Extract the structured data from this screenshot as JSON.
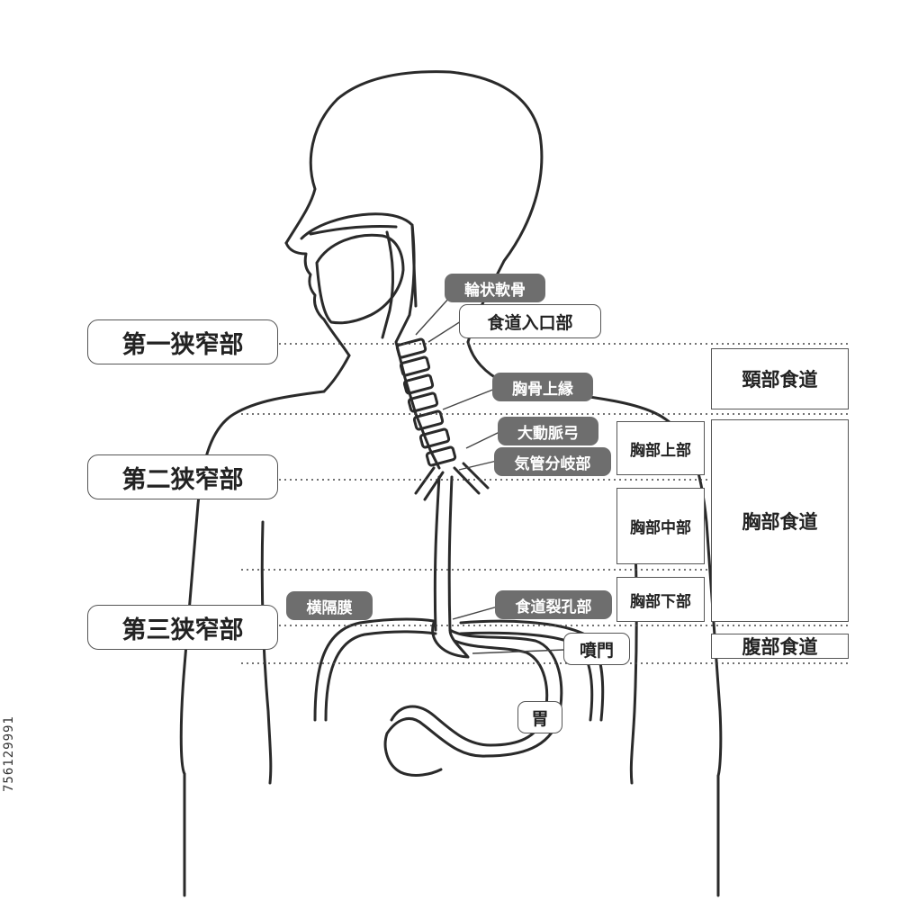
{
  "labels": {
    "cricoid": "輪状軟骨",
    "esoph_entry": "食道入口部",
    "sternal_upper": "胸骨上縁",
    "aortic_arch": "大動脈弓",
    "tracheal_bifurcation": "気管分岐部",
    "diaphragm": "横隔膜",
    "hiatus": "食道裂孔部",
    "cardia": "噴門",
    "stomach": "胃"
  },
  "narrowing": {
    "first": "第一狭窄部",
    "second": "第二狭窄部",
    "third": "第三狭窄部"
  },
  "thoracic_parts": {
    "upper": "胸部上部",
    "middle": "胸部中部",
    "lower": "胸部下部"
  },
  "esophagus_regions": {
    "cervical": "頸部食道",
    "thoracic": "胸部食道",
    "abdominal": "腹部食道"
  },
  "image_id": "756129991"
}
